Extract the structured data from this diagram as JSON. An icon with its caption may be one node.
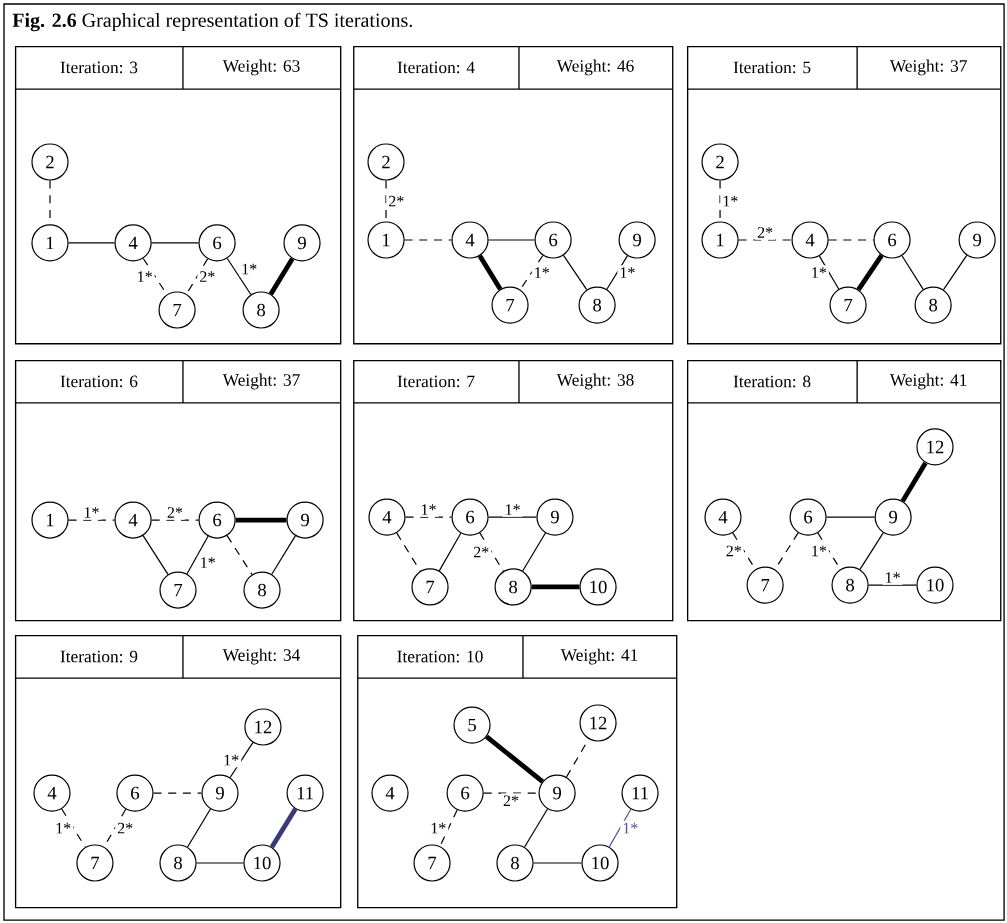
{
  "diagram": {
    "title": "**Fig. 2.6**  Graphical representation of TS iterations.",
    "nodes": [
      {
        "text": [
          "Iteration: 3",
          "Weight: 63"
        ]
      },
      {
        "text": [
          "2"
        ],
        "in": 0
      },
      {
        "text": [
          "1"
        ],
        "in": 0
      },
      {
        "text": [
          "4"
        ],
        "in": 0
      },
      {
        "text": [
          "6"
        ],
        "in": 0
      },
      {
        "text": [
          "9"
        ],
        "in": 0
      },
      {
        "text": [
          "7"
        ],
        "in": 0
      },
      {
        "text": [
          "8"
        ],
        "in": 0
      },
      {
        "text": [
          "Iteration: 4",
          "Weight: 46"
        ]
      },
      {
        "text": [
          "2"
        ],
        "in": 8
      },
      {
        "text": [
          "1"
        ],
        "in": 8
      },
      {
        "text": [
          "4"
        ],
        "in": 8
      },
      {
        "text": [
          "6"
        ],
        "in": 8
      },
      {
        "text": [
          "9"
        ],
        "in": 8
      },
      {
        "text": [
          "7"
        ],
        "in": 8
      },
      {
        "text": [
          "8"
        ],
        "in": 8
      },
      {
        "text": [
          "Iteration: 5",
          "Weight: 37"
        ]
      },
      {
        "text": [
          "2"
        ],
        "in": 16
      },
      {
        "text": [
          "1"
        ],
        "in": 16
      },
      {
        "text": [
          "4"
        ],
        "in": 16
      },
      {
        "text": [
          "6"
        ],
        "in": 16
      },
      {
        "text": [
          "9"
        ],
        "in": 16
      },
      {
        "text": [
          "7"
        ],
        "in": 16
      },
      {
        "text": [
          "8"
        ],
        "in": 16
      },
      {
        "text": [
          "Iteration: 6",
          "Weight: 37"
        ]
      },
      {
        "text": [
          "1"
        ],
        "in": 24
      },
      {
        "text": [
          "4"
        ],
        "in": 24
      },
      {
        "text": [
          "6"
        ],
        "in": 24
      },
      {
        "text": [
          "9"
        ],
        "in": 24
      },
      {
        "text": [
          "7"
        ],
        "in": 24
      },
      {
        "text": [
          "8"
        ],
        "in": 24
      },
      {
        "text": [
          "Iteration: 7",
          "Weight: 38"
        ]
      },
      {
        "text": [
          "4"
        ],
        "in": 31
      },
      {
        "text": [
          "6"
        ],
        "in": 31
      },
      {
        "text": [
          "9"
        ],
        "in": 31
      },
      {
        "text": [
          "7"
        ],
        "in": 31
      },
      {
        "text": [
          "8"
        ],
        "in": 31
      },
      {
        "text": [
          "10"
        ],
        "in": 31
      },
      {
        "text": [
          "Iteration: 8",
          "Weight: 41"
        ]
      },
      {
        "text": [
          "12"
        ],
        "in": 38
      },
      {
        "text": [
          "4"
        ],
        "in": 38
      },
      {
        "text": [
          "6"
        ],
        "in": 38
      },
      {
        "text": [
          "9"
        ],
        "in": 38
      },
      {
        "text": [
          "7"
        ],
        "in": 38
      },
      {
        "text": [
          "8"
        ],
        "in": 38
      },
      {
        "text": [
          "10"
        ],
        "in": 38
      },
      {
        "text": [
          "Iteration: 9",
          "Weight: 34"
        ]
      },
      {
        "text": [
          "12"
        ],
        "in": 46
      },
      {
        "text": [
          "4"
        ],
        "in": 46
      },
      {
        "text": [
          "6"
        ],
        "in": 46
      },
      {
        "text": [
          "9"
        ],
        "in": 46
      },
      {
        "text": [
          "11"
        ],
        "in": 46
      },
      {
        "text": [
          "7"
        ],
        "in": 46
      },
      {
        "text": [
          "8"
        ],
        "in": 46
      },
      {
        "text": [
          "10"
        ],
        "in": 46
      },
      {
        "text": [
          "Iteration: 10",
          "Weight: 41"
        ]
      },
      {
        "text": [
          "5"
        ],
        "in": 55
      },
      {
        "text": [
          "12"
        ],
        "in": 55
      },
      {
        "text": [
          "4"
        ],
        "in": 55
      },
      {
        "text": [
          "6"
        ],
        "in": 55
      },
      {
        "text": [
          "9"
        ],
        "in": 55
      },
      {
        "text": [
          "11"
        ],
        "in": 55
      },
      {
        "text": [
          "7"
        ],
        "in": 55
      },
      {
        "text": [
          "8"
        ],
        "in": 55
      },
      {
        "text": [
          "10"
        ],
        "in": 55
      }
    ],
    "edges": [
      {
        "from": 1,
        "to": 2,
        "arrow": "none",
        "style": "dashed"
      },
      {
        "from": 2,
        "to": 3,
        "arrow": "none"
      },
      {
        "from": 3,
        "to": 4,
        "arrow": "none"
      },
      {
        "from": 3,
        "to": 6,
        "arrow": "none",
        "style": "dashed",
        "label": "1*"
      },
      {
        "from": 4,
        "to": 6,
        "arrow": "none",
        "style": "dashed",
        "label": "2*"
      },
      {
        "from": 4,
        "to": 7,
        "arrow": "none",
        "label": "1*"
      },
      {
        "from": 7,
        "to": 5,
        "arrow": "none",
        "style": "thick"
      },
      {
        "from": 9,
        "to": 10,
        "arrow": "none",
        "style": "dashed",
        "label": "2*"
      },
      {
        "from": 10,
        "to": 11,
        "arrow": "none",
        "style": "dashed"
      },
      {
        "from": 11,
        "to": 12,
        "arrow": "none"
      },
      {
        "from": 11,
        "to": 14,
        "arrow": "none",
        "style": "thick"
      },
      {
        "from": 12,
        "to": 14,
        "arrow": "none",
        "style": "dashed",
        "label": "1*"
      },
      {
        "from": 12,
        "to": 15,
        "arrow": "none"
      },
      {
        "from": 15,
        "to": 13,
        "arrow": "none",
        "label": "1*"
      },
      {
        "from": 17,
        "to": 18,
        "arrow": "none",
        "style": "dashed",
        "label": "1*"
      },
      {
        "from": 18,
        "to": 19,
        "arrow": "none",
        "style": "dashed",
        "label": "2*"
      },
      {
        "from": 19,
        "to": 20,
        "arrow": "none",
        "style": "dashed"
      },
      {
        "from": 19,
        "to": 22,
        "arrow": "none",
        "label": "1*"
      },
      {
        "from": 20,
        "to": 22,
        "arrow": "none",
        "style": "thick"
      },
      {
        "from": 20,
        "to": 23,
        "arrow": "none"
      },
      {
        "from": 23,
        "to": 21,
        "arrow": "none"
      },
      {
        "from": 25,
        "to": 26,
        "arrow": "none",
        "style": "dashed",
        "label": "1*"
      },
      {
        "from": 26,
        "to": 27,
        "arrow": "none",
        "style": "dashed",
        "label": "2*"
      },
      {
        "from": 27,
        "to": 28,
        "arrow": "none",
        "style": "thick"
      },
      {
        "from": 26,
        "to": 29,
        "arrow": "none"
      },
      {
        "from": 27,
        "to": 29,
        "arrow": "none",
        "label": "1*"
      },
      {
        "from": 27,
        "to": 30,
        "arrow": "none",
        "style": "dashed"
      },
      {
        "from": 30,
        "to": 28,
        "arrow": "none"
      },
      {
        "from": 32,
        "to": 33,
        "arrow": "none",
        "style": "dashed",
        "label": "1*"
      },
      {
        "from": 33,
        "to": 34,
        "arrow": "none",
        "label": "1*"
      },
      {
        "from": 32,
        "to": 35,
        "arrow": "none",
        "style": "dashed"
      },
      {
        "from": 33,
        "to": 35,
        "arrow": "none"
      },
      {
        "from": 33,
        "to": 36,
        "arrow": "none",
        "style": "dashed",
        "label": "2*"
      },
      {
        "from": 36,
        "to": 34,
        "arrow": "none"
      },
      {
        "from": 36,
        "to": 37,
        "arrow": "none",
        "style": "thick"
      },
      {
        "from": 40,
        "to": 43,
        "arrow": "none",
        "style": "dashed",
        "label": "2*"
      },
      {
        "from": 41,
        "to": 43,
        "arrow": "none",
        "style": "dashed"
      },
      {
        "from": 41,
        "to": 42,
        "arrow": "none"
      },
      {
        "from": 42,
        "to": 39,
        "arrow": "none",
        "style": "thick"
      },
      {
        "from": 41,
        "to": 44,
        "arrow": "none",
        "style": "dashed",
        "label": "1*"
      },
      {
        "from": 44,
        "to": 42,
        "arrow": "none"
      },
      {
        "from": 44,
        "to": 45,
        "arrow": "none",
        "label": "1*"
      },
      {
        "from": 48,
        "to": 52,
        "arrow": "none",
        "style": "dashed",
        "label": "1*"
      },
      {
        "from": 49,
        "to": 52,
        "arrow": "none",
        "style": "dashed",
        "label": "2*"
      },
      {
        "from": 49,
        "to": 50,
        "arrow": "none",
        "style": "dashed"
      },
      {
        "from": 50,
        "to": 47,
        "arrow": "none",
        "label": "1*"
      },
      {
        "from": 53,
        "to": 50,
        "arrow": "none"
      },
      {
        "from": 53,
        "to": 54,
        "arrow": "none"
      },
      {
        "from": 54,
        "to": 51,
        "arrow": "none",
        "style": "thick",
        "color": "#3b3a78"
      },
      {
        "from": 56,
        "to": 60,
        "arrow": "none",
        "style": "thick"
      },
      {
        "from": 60,
        "to": 57,
        "arrow": "none",
        "style": "dashed"
      },
      {
        "from": 59,
        "to": 60,
        "arrow": "none",
        "style": "dashed",
        "label": "2*"
      },
      {
        "from": 59,
        "to": 62,
        "arrow": "none",
        "style": "dashed",
        "label": "1*"
      },
      {
        "from": 63,
        "to": 60,
        "arrow": "none"
      },
      {
        "from": 63,
        "to": 64,
        "arrow": "none"
      },
      {
        "from": 64,
        "to": 61,
        "arrow": "none",
        "color": "#55509a",
        "label": "1*"
      }
    ]
  }
}
